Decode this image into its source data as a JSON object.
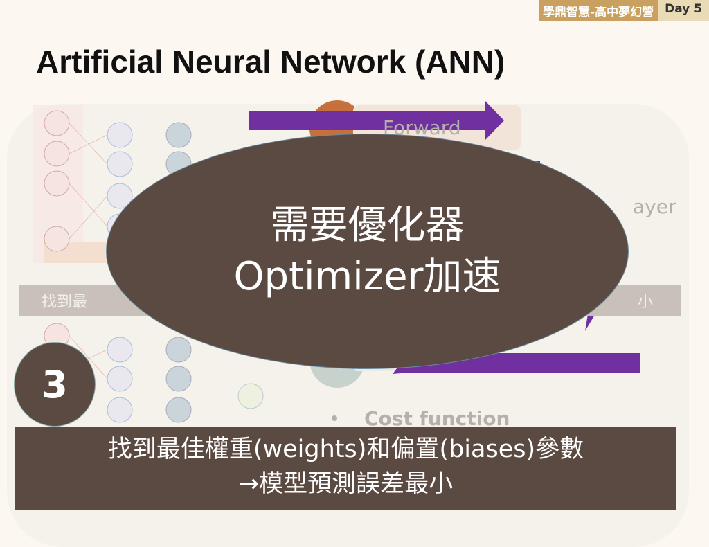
{
  "header": {
    "org": "學鼎智慧-高中夢幻營",
    "day": "Day 5"
  },
  "title": "Artificial Neural Network (ANN)",
  "background": {
    "forward": "Forward",
    "layer": "ayer",
    "bar_left": "找到最",
    "bar_right": "小",
    "cost": "Cost function"
  },
  "oval": {
    "line1": "需要優化器",
    "line2": "Optimizer加速"
  },
  "step_number": "3",
  "caption": {
    "line1": "找到最佳權重(weights)和偏置(biases)參數",
    "line2": "→模型預測誤差最小"
  },
  "colors": {
    "brown": "#5b4a42",
    "purple": "#7030a0",
    "gold": "#c9a060"
  }
}
